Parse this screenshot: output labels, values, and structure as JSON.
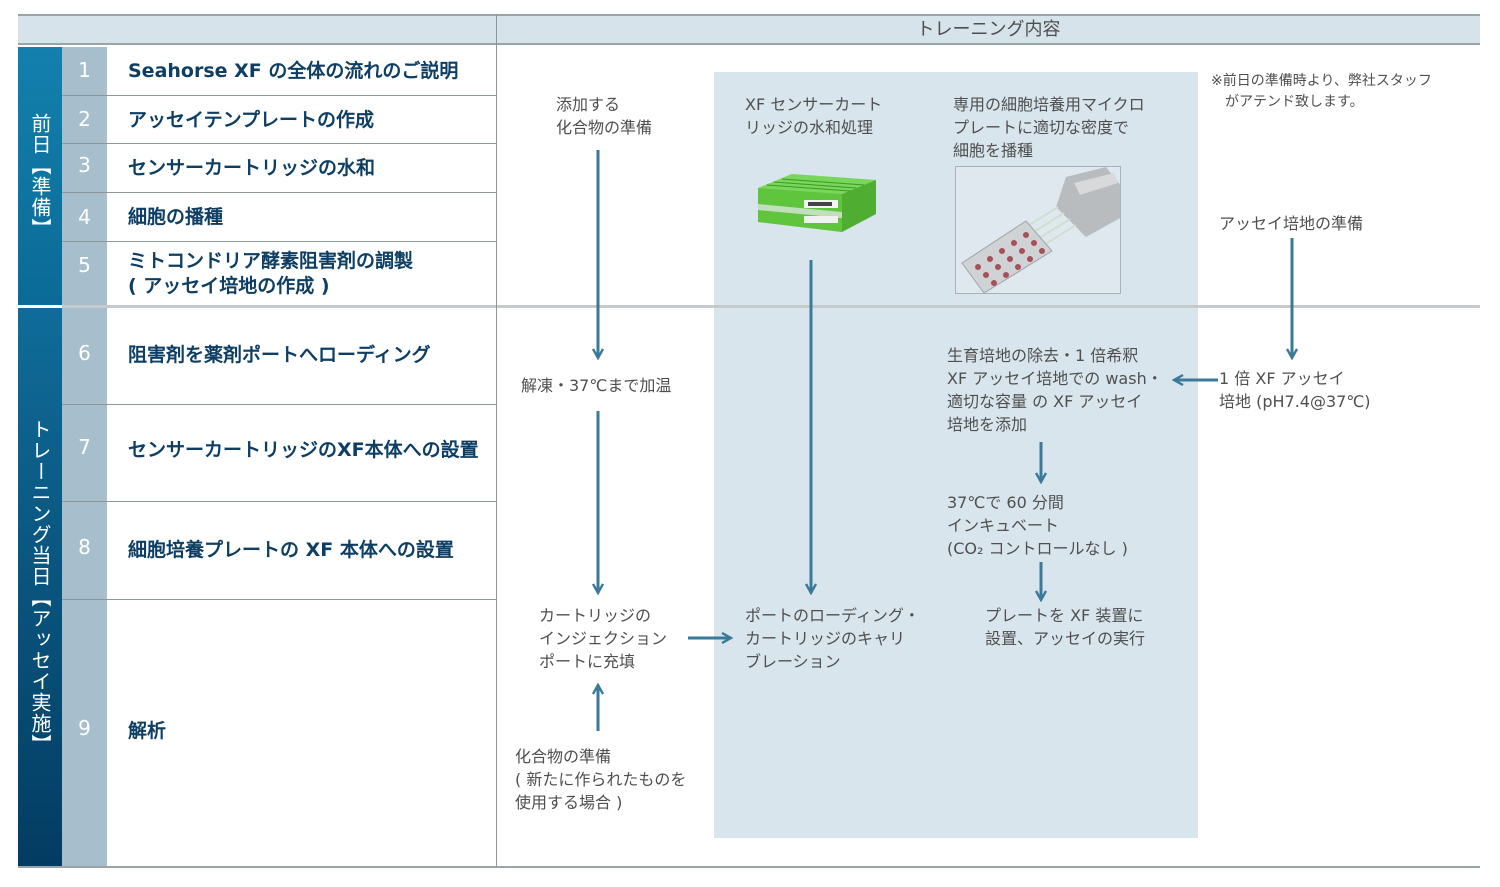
{
  "header": {
    "title": "トレーニング内容"
  },
  "phases": [
    {
      "label": "前日【準備】"
    },
    {
      "label": "トレーニング当日【アッセイ実施】"
    }
  ],
  "steps": [
    {
      "num": "1",
      "label": "Seahorse XF の全体の流れのご説明"
    },
    {
      "num": "2",
      "label": "アッセイテンプレートの作成"
    },
    {
      "num": "3",
      "label": "センサーカートリッジの水和"
    },
    {
      "num": "4",
      "label": "細胞の播種"
    },
    {
      "num": "5",
      "label": "ミトコンドリア酵素阻害剤の調製\n( アッセイ培地の作成 )"
    },
    {
      "num": "6",
      "label": "阻害剤を薬剤ポートへローディング"
    },
    {
      "num": "7",
      "label": "センサーカートリッジのXF本体への設置"
    },
    {
      "num": "8",
      "label": "細胞培養プレートの XF 本体への設置"
    },
    {
      "num": "9",
      "label": "解析"
    }
  ],
  "flow": {
    "compound_prep": "添加する\n化合物の準備",
    "cartridge_hydration": "XF センサーカート\nリッジの水和処理",
    "cell_seeding": "専用の細胞培養用マイクロ\nプレートに適切な密度で\n細胞を播種",
    "staff_note": "※前日の準備時より、弊社スタッフ\n　がアテンド致します。",
    "assay_medium_prep": "アッセイ培地の準備",
    "thaw_warm": "解凍・37℃まで加温",
    "medium_exchange": "生育培地の除去・1 倍希釈\nXF アッセイ培地での wash・\n適切な容量 の XF アッセイ\n培地を添加",
    "assay_medium": "1 倍 XF アッセイ\n培地 (pH7.4@37℃)",
    "incubate": "37℃で 60 分間\nインキュベート\n(CO₂ コントロールなし )",
    "fill_ports": "カートリッジの\nインジェクション\nポートに充填",
    "port_loading_calibration": "ポートのローディング・\nカートリッジのキャリ\nブレーション",
    "run_assay": "プレートを XF 装置に\n設置、アッセイの実行",
    "new_compound": "化合物の準備\n( 新たに作られたものを\n使用する場合 )"
  },
  "images": {
    "cartridge": "sensor-cartridge-photo",
    "plate": "microplate-pipette-photo"
  },
  "colors": {
    "phase1": "#1380ad",
    "phase2": "#033c62",
    "number_column": "#a7bfcc",
    "step_text": "#0e3e63",
    "header_band": "#d6e3ea",
    "shaded_region": "#d9e5ec",
    "arrow": "#3a7a98"
  }
}
